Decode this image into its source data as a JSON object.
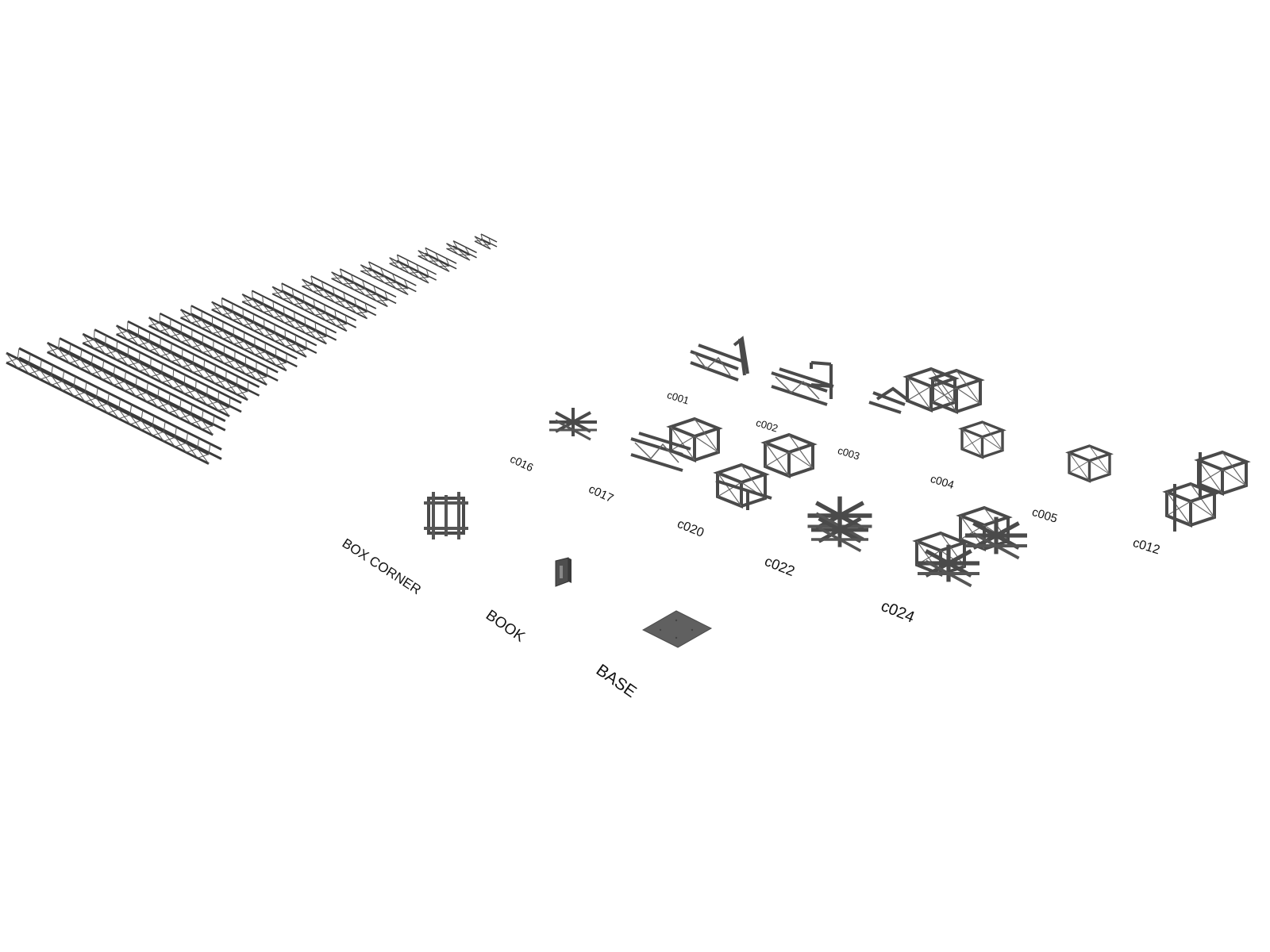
{
  "scene": {
    "background": "#ffffff",
    "truss_color": "#555555",
    "truss_dark": "#3a3a3a",
    "straight_truss_count": 16
  },
  "labels": {
    "c001": "c001",
    "c002": "c002",
    "c003": "c003",
    "c004": "c004",
    "c005": "c005",
    "c012": "c012",
    "c016": "c016",
    "c017": "c017",
    "c020": "c020",
    "c022": "c022",
    "c024": "c024",
    "box_corner": "BOX CORNER",
    "book": "BOOK",
    "base": "BASE"
  }
}
